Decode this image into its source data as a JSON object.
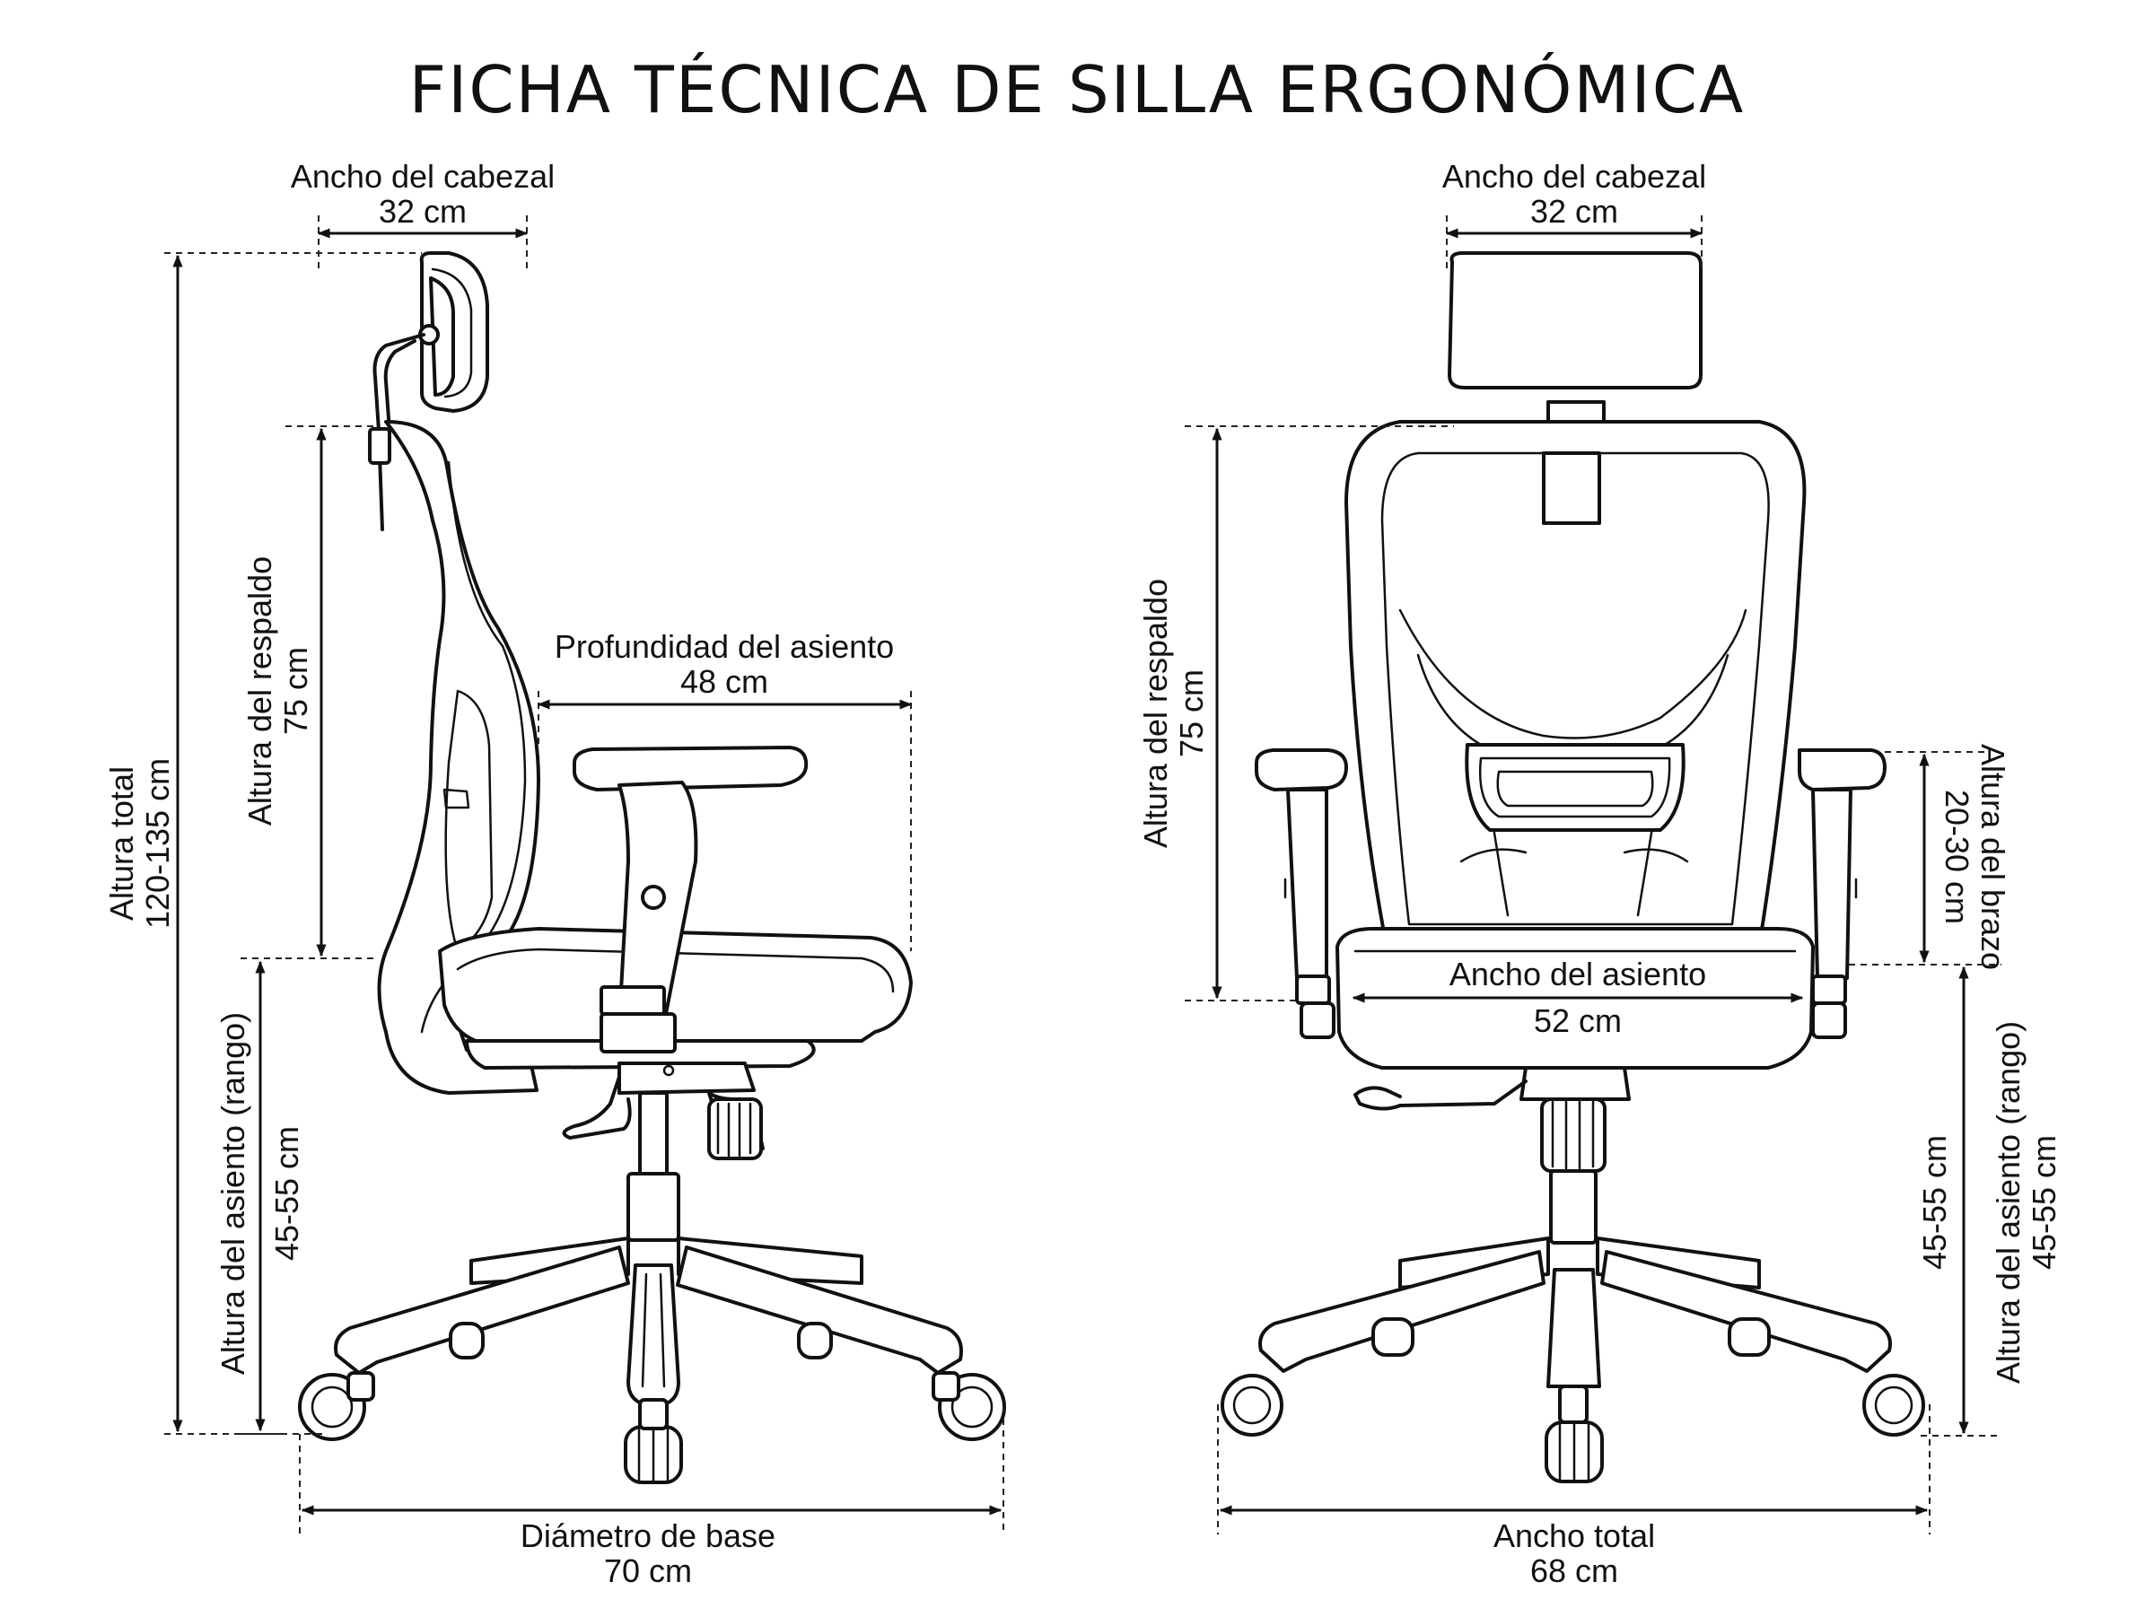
{
  "title": "FICHA TÉCNICA DE SILLA ERGONÓMICA",
  "side_view": {
    "headrest_width": {
      "label": "Ancho del cabezal",
      "value": "32 cm"
    },
    "total_height": {
      "label": "Altura total",
      "value": "120-135 cm"
    },
    "backrest_height": {
      "label": "Altura del respaldo",
      "value": "75 cm"
    },
    "seat_depth": {
      "label": "Profundidad del asiento",
      "value": "48 cm"
    },
    "seat_height": {
      "label": "Altura del asiento (rango)",
      "value": "45-55 cm"
    },
    "base_diameter": {
      "label": "Diámetro de base",
      "value": "70 cm"
    }
  },
  "front_view": {
    "headrest_width": {
      "label": "Ancho del cabezal",
      "value": "32 cm"
    },
    "backrest_height": {
      "label": "Altura del respaldo",
      "value": "75 cm"
    },
    "armrest_height": {
      "label": "Altura del brazo",
      "value": "20-30 cm"
    },
    "seat_width": {
      "label": "Ancho del asiento",
      "value": "52 cm"
    },
    "seat_height": {
      "label": "Altura del asiento (rango)",
      "value": "45-55 cm",
      "extra_value": "45-55 cm"
    },
    "total_width": {
      "label": "Ancho total",
      "value": "68 cm"
    }
  }
}
